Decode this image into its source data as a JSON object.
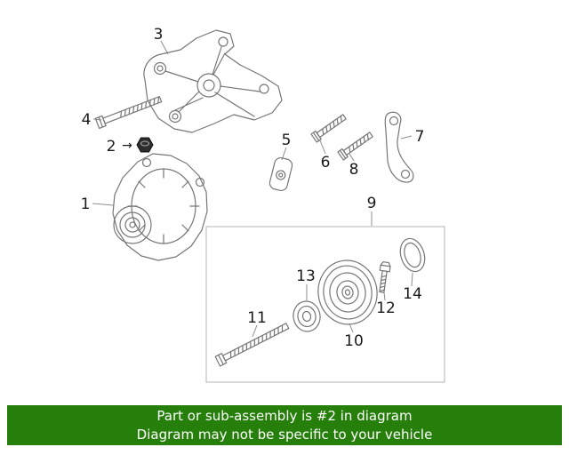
{
  "banner": {
    "line1": "Part or sub-assembly is #2 in diagram",
    "line2": "Diagram may not be specific to your vehicle"
  },
  "diagram": {
    "highlighted_part_number": "2",
    "arrow_glyph": "→",
    "labels": {
      "1": "1",
      "2": "2",
      "3": "3",
      "4": "4",
      "5": "5",
      "6": "6",
      "7": "7",
      "8": "8",
      "9": "9",
      "10": "10",
      "11": "11",
      "12": "12",
      "13": "13",
      "14": "14"
    }
  },
  "colors": {
    "background": "#ffffff",
    "banner_bg": "#267f0a",
    "banner_text": "#ffffff",
    "diagram_line": "#767676",
    "leader_line": "#8c8c8c",
    "label_text": "#1a1a1a",
    "box_border": "#b3b3b3",
    "highlight_part": "#2e2e2e"
  }
}
